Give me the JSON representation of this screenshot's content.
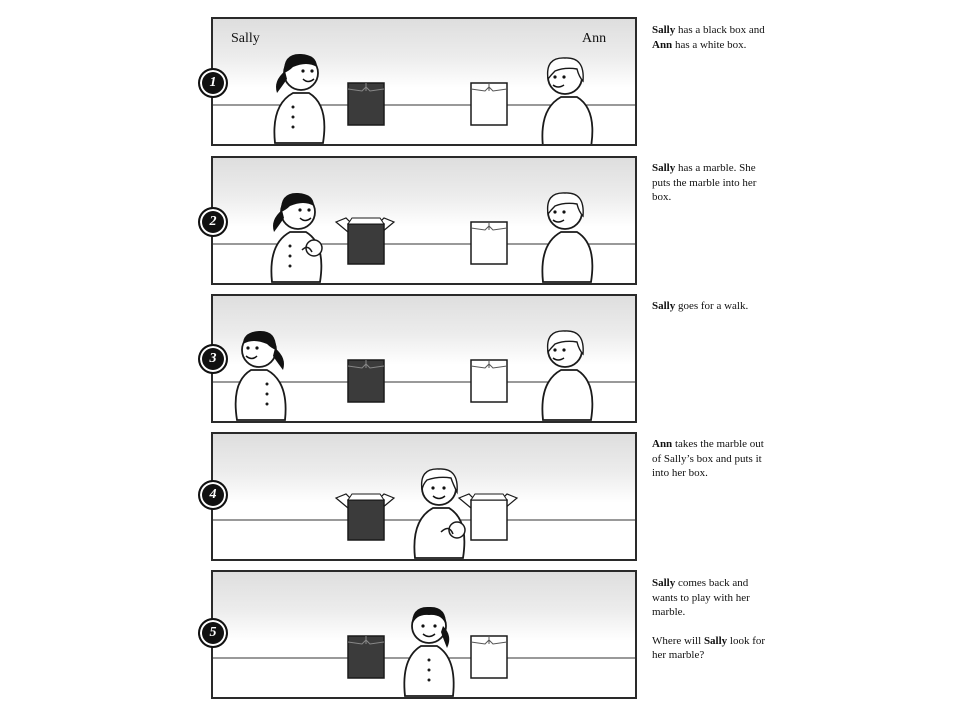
{
  "labels": {
    "sally": "Sally",
    "ann": "Ann"
  },
  "panels": [
    {
      "number": "1",
      "caption": [
        {
          "parts": [
            {
              "b": true,
              "t": "Sally"
            },
            {
              "b": false,
              "t": " has a black box and "
            },
            {
              "b": true,
              "t": "Ann"
            },
            {
              "b": false,
              "t": " has a white box."
            }
          ]
        }
      ]
    },
    {
      "number": "2",
      "caption": [
        {
          "parts": [
            {
              "b": true,
              "t": "Sally"
            },
            {
              "b": false,
              "t": " has a marble. She puts the marble into her box."
            }
          ]
        }
      ]
    },
    {
      "number": "3",
      "caption": [
        {
          "parts": [
            {
              "b": true,
              "t": "Sally"
            },
            {
              "b": false,
              "t": " goes for a walk."
            }
          ]
        }
      ]
    },
    {
      "number": "4",
      "caption": [
        {
          "parts": [
            {
              "b": true,
              "t": "Ann"
            },
            {
              "b": false,
              "t": " takes the marble out of Sally’s box and puts it into her box."
            }
          ]
        }
      ]
    },
    {
      "number": "5",
      "caption": [
        {
          "parts": [
            {
              "b": true,
              "t": "Sally"
            },
            {
              "b": false,
              "t": " comes back and wants to play with her marble."
            }
          ]
        },
        {
          "parts": [
            {
              "b": false,
              "t": "Where will "
            },
            {
              "b": true,
              "t": "Sally"
            },
            {
              "b": false,
              "t": " look for her marble?"
            }
          ]
        }
      ]
    }
  ],
  "colors": {
    "black_box": "#3b3b3b",
    "white_box": "#ffffff",
    "outline": "#1a1a1a",
    "hair": "#111111"
  },
  "icons": [
    "girl-sally-icon",
    "girl-ann-icon",
    "black-box-icon",
    "white-box-icon",
    "marble-icon"
  ]
}
